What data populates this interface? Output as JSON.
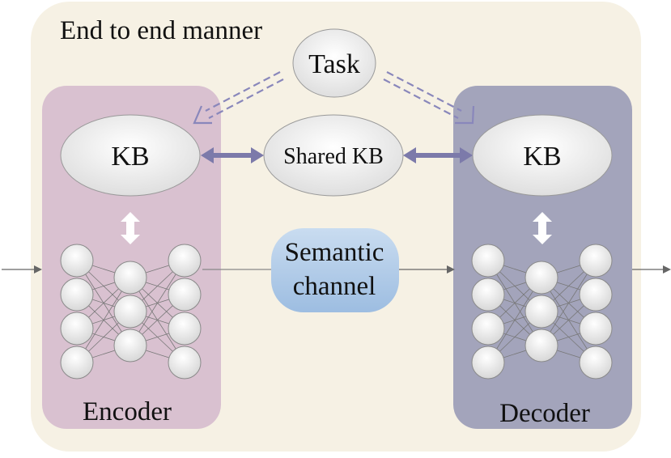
{
  "diagram": {
    "title": "End to end manner",
    "task": "Task",
    "encoder": {
      "kb": "KB",
      "label": "Encoder"
    },
    "decoder": {
      "kb": "KB",
      "label": "Decoder"
    },
    "shared_kb": "Shared KB",
    "channel": {
      "line1": "Semantic",
      "line2": "channel"
    },
    "network_layers": [
      4,
      3,
      4
    ]
  },
  "colors": {
    "outer_panel": "#f6f1e4",
    "encoder_panel": "#d9c1d0",
    "decoder_panel": "#a3a4bb",
    "channel_fill": "#a6c3e3",
    "double_arrow": "#7c7aaa",
    "task_arrow": "#8987bb",
    "node_fill": "#ececec",
    "line": "#666666"
  }
}
